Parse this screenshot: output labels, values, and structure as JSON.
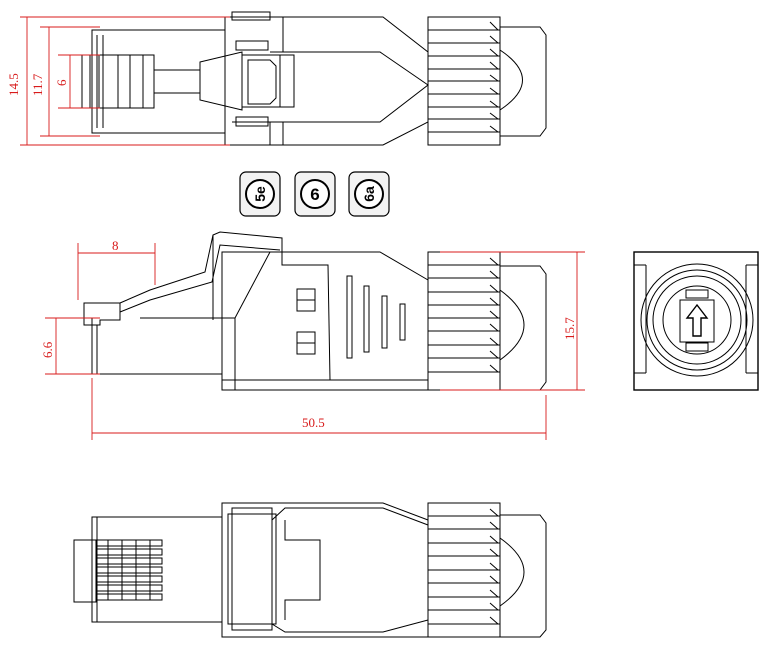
{
  "dimensions": {
    "height_outer": "14.5",
    "height_mid": "11.7",
    "height_inner": "6",
    "top_length": "8",
    "side_height": "6.6",
    "body_height": "15.7",
    "total_length": "50.5"
  },
  "badges": [
    {
      "label": "5e"
    },
    {
      "label": "6"
    },
    {
      "label": "6a"
    }
  ],
  "colors": {
    "dimension": "#d81b1b",
    "outline": "#000000"
  }
}
